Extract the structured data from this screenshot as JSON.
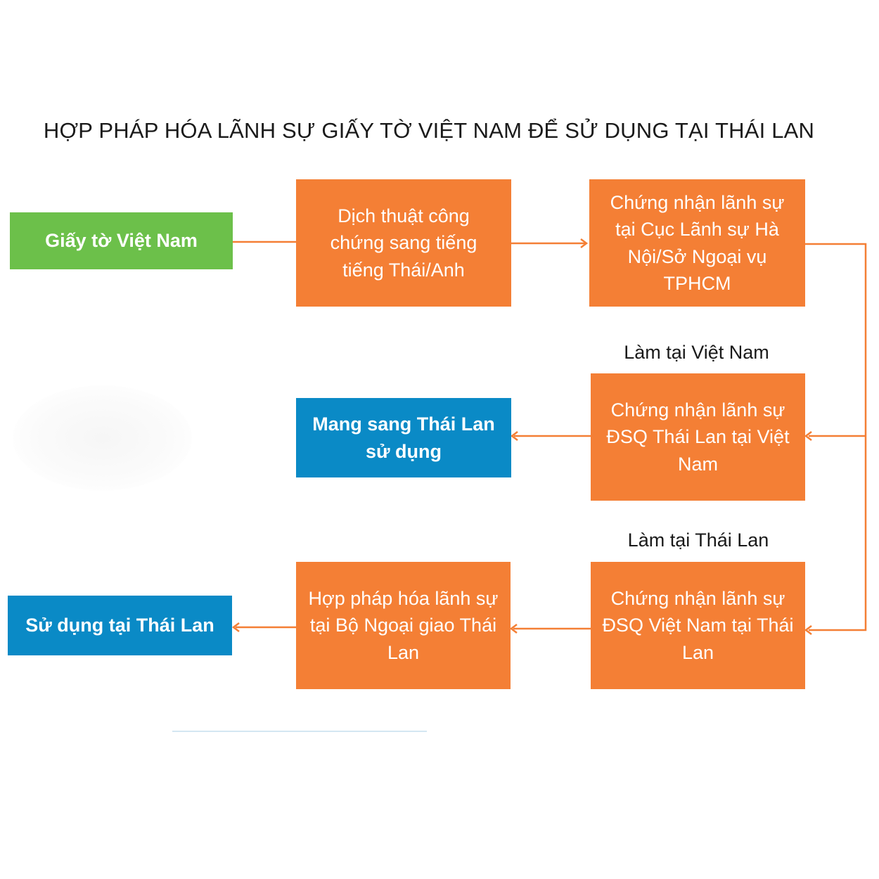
{
  "title": "HỢP PHÁP HÓA LÃNH SỰ GIẤY TỜ VIỆT NAM ĐỂ SỬ DỤNG TẠI THÁI LAN",
  "colors": {
    "green": "#6cc04a",
    "orange": "#f47f35",
    "blue": "#0a8ac6",
    "connector": "#f47f35"
  },
  "nodes": {
    "vn_documents": "Giấy tờ Việt Nam",
    "translation": "Dịch thuật công chứng sang tiếng tiếng Thái/Anh",
    "vn_consular_cert": "Chứng nhận lãnh sự tại Cục Lãnh sự Hà Nội/Sở Ngoại vụ TPHCM",
    "thai_embassy_cert": "Chứng nhận lãnh sự ĐSQ Thái Lan tại Việt Nam",
    "bring_to_thailand": "Mang sang Thái Lan sử dụng",
    "vn_embassy_cert": "Chứng nhận lãnh sự ĐSQ Việt Nam tại Thái Lan",
    "thai_mfa_legalization": "Hợp pháp hóa lãnh sự tại Bộ Ngoại giao Thái Lan",
    "use_in_thailand": "Sử dụng tại Thái Lan"
  },
  "captions": {
    "done_in_vietnam": "Làm tại Việt Nam",
    "done_in_thailand": "Làm tại Thái Lan"
  }
}
